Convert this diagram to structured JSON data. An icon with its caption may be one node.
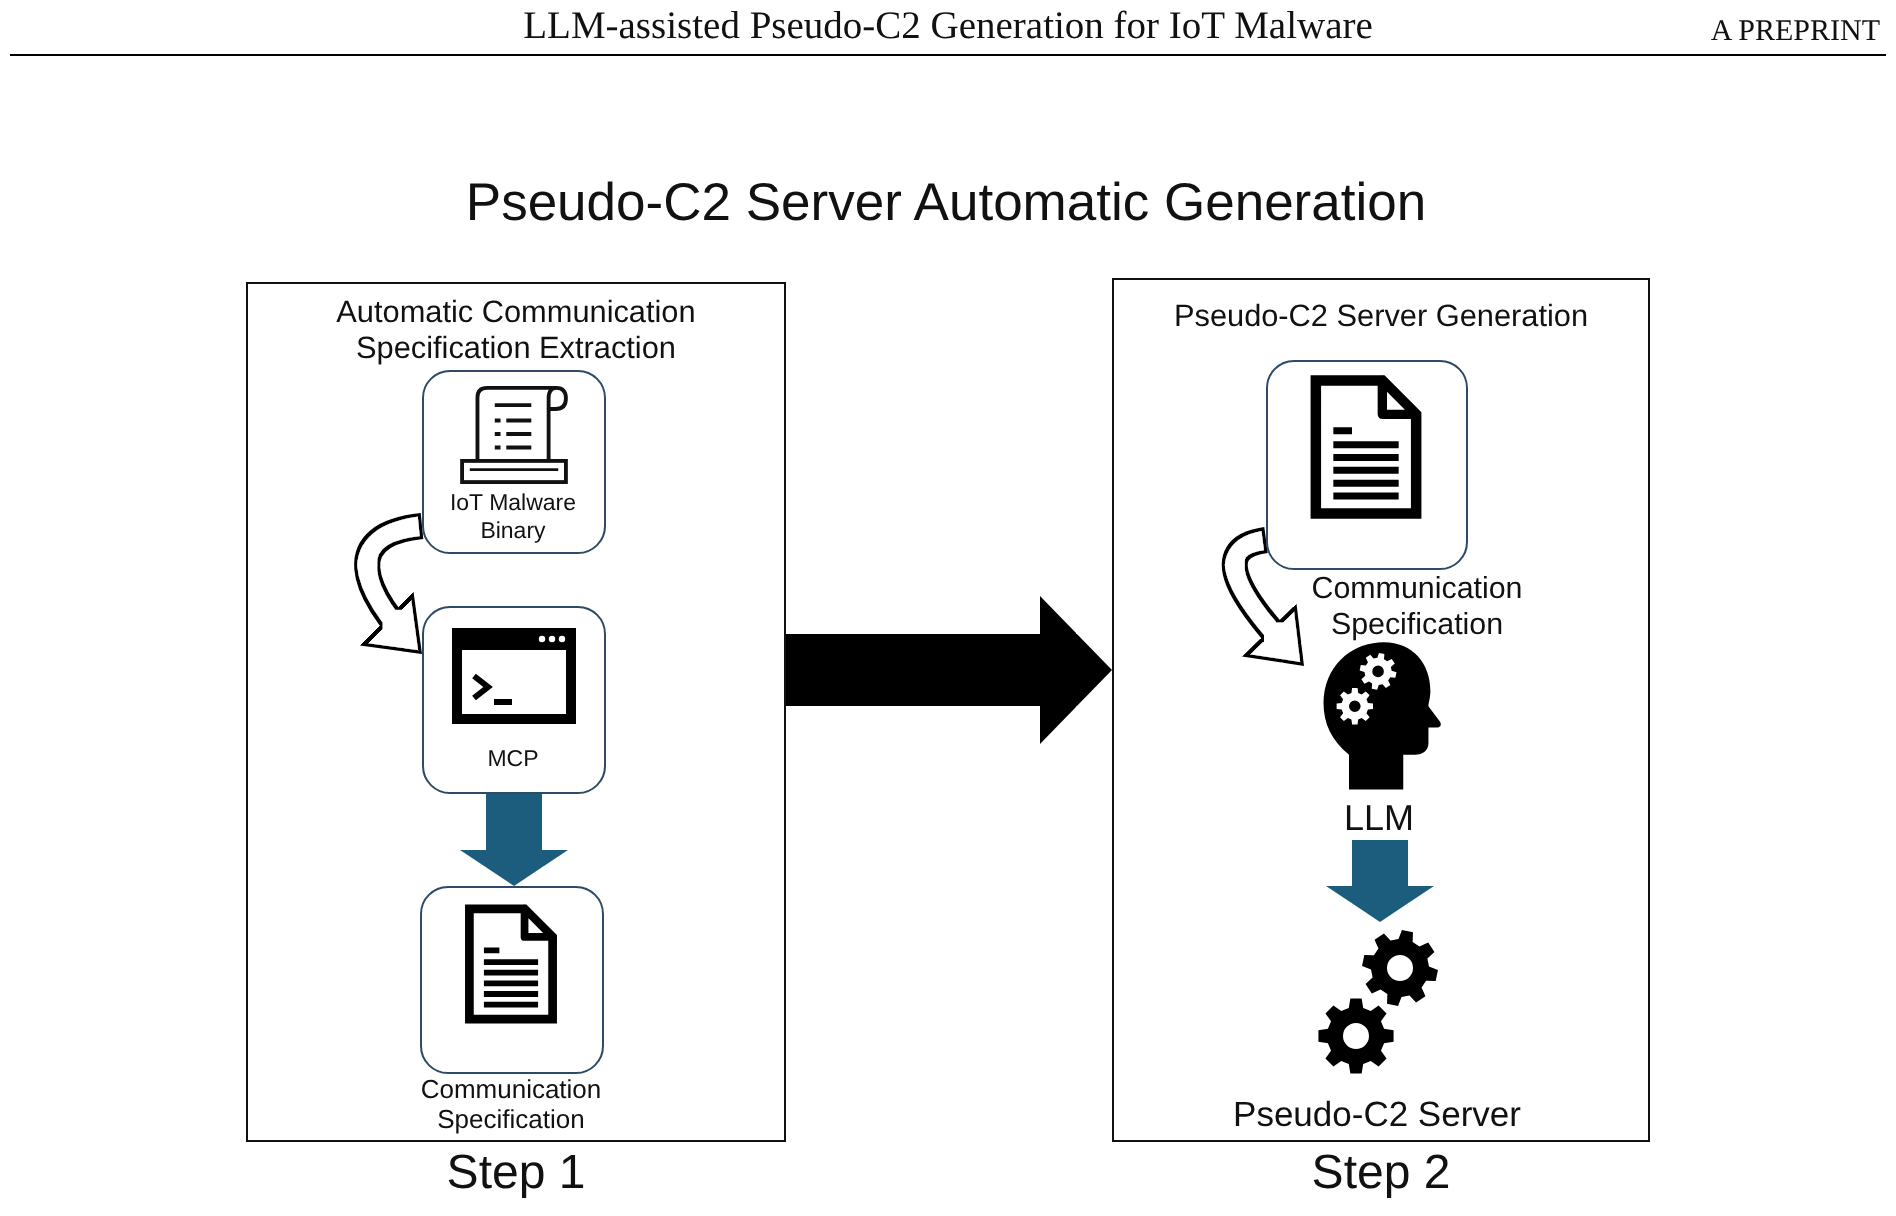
{
  "diagram": {
    "title": "Pseudo-C2 Server Automatic Generation",
    "nodes": [
      {
        "text": [
          "Automatic Communication Specification Extraction"
        ],
        "beside": [
          "Step 1"
        ]
      },
      {
        "text": [
          "IoT Malware Binary"
        ],
        "in": 0
      },
      {
        "text": [
          "MCP"
        ],
        "in": 0
      },
      {
        "text": [
          "Communication Specification"
        ],
        "in": 0
      },
      {
        "text": [
          "Pseudo-C2 Server Generation"
        ],
        "beside": [
          "Step 2"
        ]
      },
      {
        "text": [
          "Communication Specification"
        ],
        "in": 4
      },
      {
        "text": [
          "LLM"
        ],
        "in": 4
      },
      {
        "text": [
          "Pseudo-C2 Server"
        ],
        "in": 4
      }
    ],
    "edges": [
      {
        "from": 1,
        "to": 2,
        "arrow": "to"
      },
      {
        "from": 2,
        "to": 3,
        "arrow": "to",
        "color": "#1c5d7d"
      },
      {
        "from": 0,
        "to": 4,
        "arrow": "to"
      },
      {
        "from": 5,
        "to": 6,
        "arrow": "to"
      },
      {
        "from": 6,
        "to": 7,
        "arrow": "to",
        "color": "#1c5d7d"
      }
    ],
    "labels": [
      "LLM-assisted Pseudo-C2 Generation for IoT Malware",
      "A PREPRINT"
    ]
  }
}
